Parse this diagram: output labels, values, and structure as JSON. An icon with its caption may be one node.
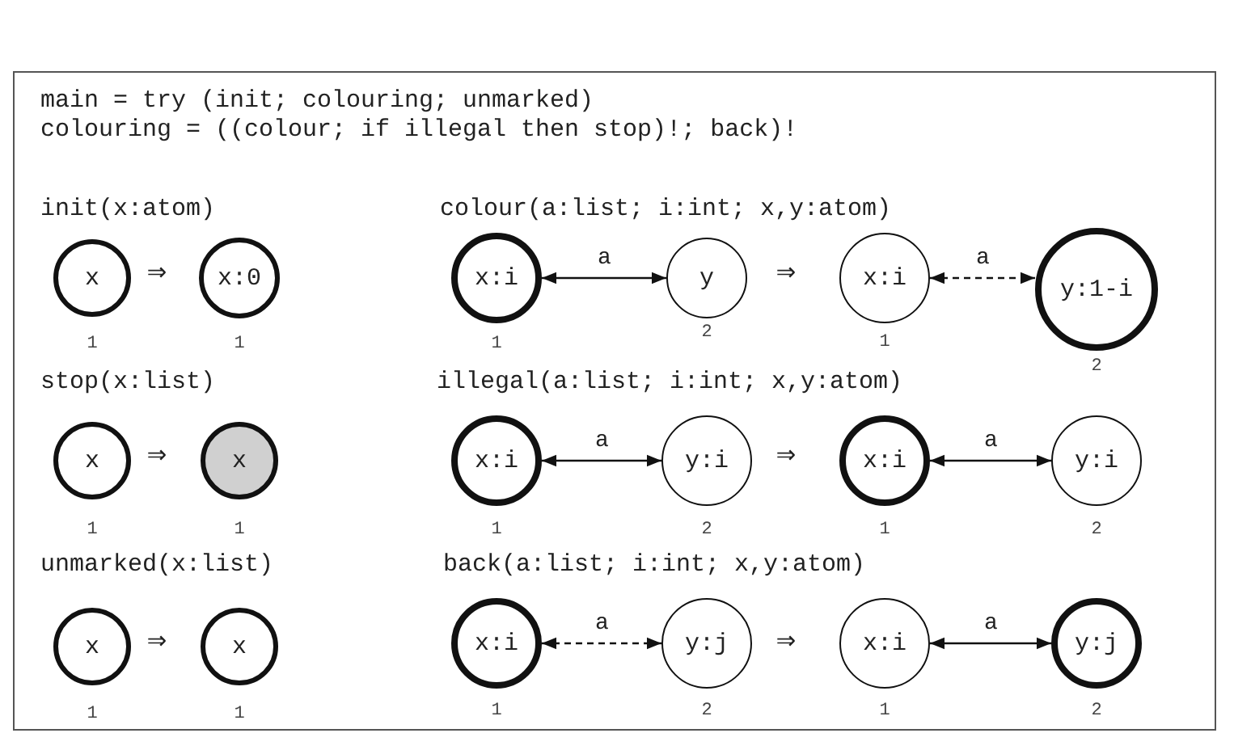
{
  "diagram": {
    "nodes": [
      {
        "text": [
          "x"
        ],
        "beside": [
          "1"
        ]
      },
      {
        "text": [
          "x:0"
        ],
        "beside": [
          "1"
        ]
      },
      {
        "text": [
          "x:i"
        ],
        "beside": [
          "1"
        ]
      },
      {
        "text": [
          "y"
        ],
        "beside": [
          "2"
        ]
      },
      {
        "text": [
          "x:i"
        ],
        "beside": [
          "1"
        ]
      },
      {
        "text": [
          "y:1-i"
        ],
        "beside": [
          "2"
        ]
      },
      {
        "text": [
          "x"
        ],
        "beside": [
          "1"
        ]
      },
      {
        "text": [
          "x"
        ],
        "beside": [
          "1"
        ]
      },
      {
        "text": [
          "x:i"
        ],
        "beside": [
          "1"
        ]
      },
      {
        "text": [
          "y:i"
        ],
        "beside": [
          "2"
        ]
      },
      {
        "text": [
          "x:i"
        ],
        "beside": [
          "1"
        ]
      },
      {
        "text": [
          "y:i"
        ],
        "beside": [
          "2"
        ]
      },
      {
        "text": [
          "x"
        ],
        "beside": [
          "1"
        ]
      },
      {
        "text": [
          "x"
        ],
        "beside": [
          "1"
        ]
      },
      {
        "text": [
          "x:i"
        ],
        "beside": [
          "1"
        ]
      },
      {
        "text": [
          "y:j"
        ],
        "beside": [
          "2"
        ]
      },
      {
        "text": [
          "x:i"
        ],
        "beside": [
          "1"
        ]
      },
      {
        "text": [
          "y:j"
        ],
        "beside": [
          "2"
        ]
      }
    ],
    "edges": [
      {
        "from": 2,
        "to": 3,
        "arrow": "both",
        "label": "a"
      },
      {
        "from": 4,
        "to": 5,
        "arrow": "both",
        "label": "a",
        "style": "dashed"
      },
      {
        "from": 8,
        "to": 9,
        "arrow": "both",
        "label": "a"
      },
      {
        "from": 10,
        "to": 11,
        "arrow": "both",
        "label": "a"
      },
      {
        "from": 14,
        "to": 15,
        "arrow": "both",
        "label": "a",
        "style": "dashed"
      },
      {
        "from": 16,
        "to": 17,
        "arrow": "both",
        "label": "a"
      }
    ],
    "labels": [
      "main = try (init; colouring; unmarked)",
      "colouring = ((colour; if illegal then stop)!; back)!",
      "init(x:atom)",
      "colour(a:list; i:int; x,y:atom)",
      "⇒",
      "⇒",
      "stop(x:list)",
      "illegal(a:list; i:int; x,y:atom)",
      "⇒",
      "⇒",
      "unmarked(x:list)",
      "back(a:list; i:int; x,y:atom)",
      "⇒",
      "⇒"
    ]
  }
}
